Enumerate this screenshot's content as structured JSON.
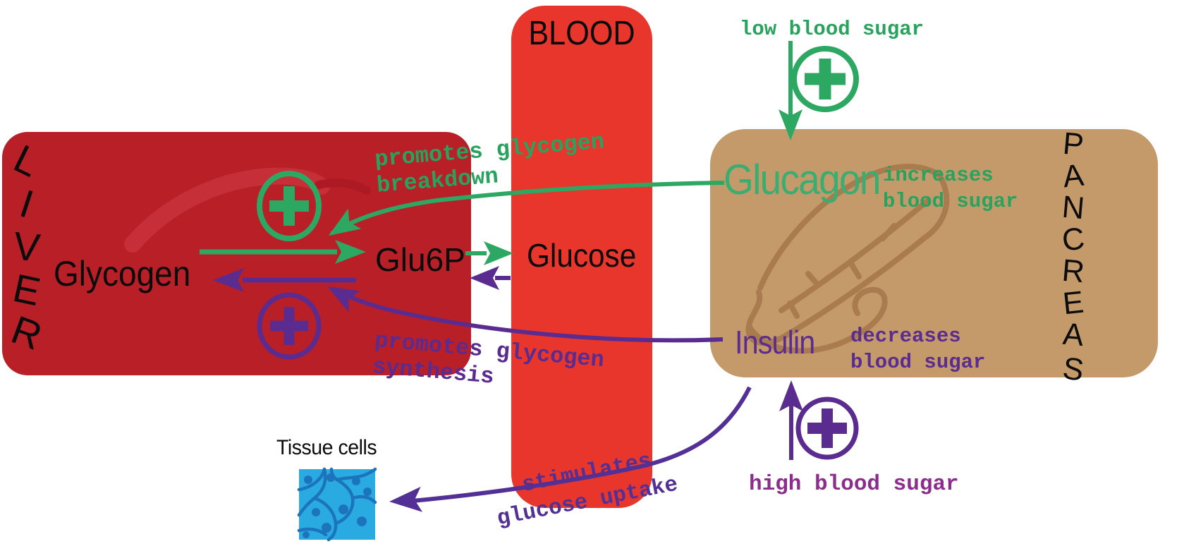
{
  "colors": {
    "liver_red": "#b81f27",
    "liver_sketch_red": "#c62f37",
    "blood_red": "#e8362c",
    "pancreas_tan": "#c49a6b",
    "pancreas_sketch_brown": "#a87a4e",
    "green": "#2ca863",
    "green_text": "#27a35e",
    "glucagon_green": "#3aae71",
    "purple": "#5b2c90",
    "magenta_purple": "#8c2d8d",
    "indigo_purple": "#533095",
    "tissue_blue": "#29abe2",
    "tissue_outline_blue": "#1c75bc",
    "text_black": "#0b0b0b"
  },
  "regions": {
    "blood": {
      "label": "BLOOD"
    },
    "liver": {
      "letters": [
        "L",
        "I",
        "V",
        "E",
        "R"
      ]
    },
    "pancreas": {
      "letters": [
        "P",
        "A",
        "N",
        "C",
        "R",
        "E",
        "A",
        "S"
      ]
    }
  },
  "molecules": {
    "glycogen": "Glycogen",
    "glu6p": "Glu6P",
    "glucose": "Glucose"
  },
  "hormones": {
    "glucagon": "Glucagon",
    "insulin": "Insulin"
  },
  "tissue": {
    "label": "Tissue cells"
  },
  "annotations": {
    "low_blood_sugar": "low blood sugar",
    "high_blood_sugar": "high blood sugar",
    "promotes_breakdown": {
      "line1": "promotes glycogen",
      "line2": "breakdown"
    },
    "increases": {
      "line1": "increases",
      "line2": "blood sugar"
    },
    "promotes_synthesis": {
      "line1": "promotes glycogen",
      "line2": "synthesis"
    },
    "decreases": {
      "line1": "decreases",
      "line2": "blood sugar"
    },
    "stimulates": {
      "line1": "stimulates",
      "line2": "glucose uptake"
    }
  }
}
